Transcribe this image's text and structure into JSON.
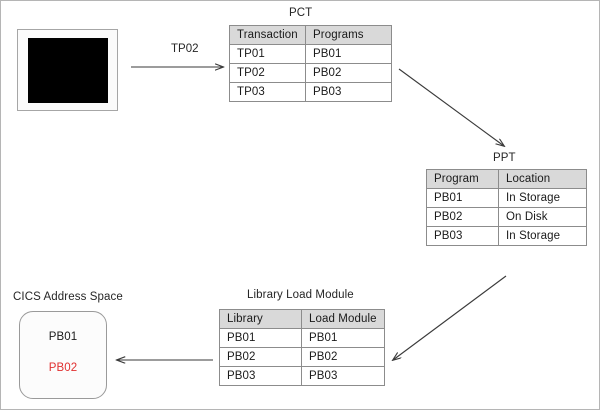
{
  "diagram": {
    "title_terminal": "",
    "pct": {
      "caption": "PCT",
      "headers": [
        "Transaction",
        "Programs"
      ],
      "rows": [
        {
          "cells": [
            "TP01",
            "PB01"
          ],
          "highlight": false
        },
        {
          "cells": [
            "TP02",
            "PB02"
          ],
          "highlight": true
        },
        {
          "cells": [
            "TP03",
            "PB03"
          ],
          "highlight": false
        }
      ]
    },
    "ppt": {
      "caption": "PPT",
      "headers": [
        "Program",
        "Location"
      ],
      "rows": [
        {
          "cells": [
            "PB01",
            "In Storage"
          ],
          "highlight": false
        },
        {
          "cells": [
            "PB02",
            "On Disk"
          ],
          "highlight": true
        },
        {
          "cells": [
            "PB03",
            "In Storage"
          ],
          "highlight": false
        }
      ]
    },
    "library": {
      "caption": "Library Load Module",
      "headers": [
        "Library",
        "Load Module"
      ],
      "rows": [
        {
          "cells": [
            "PB01",
            "PB01"
          ],
          "highlight": false
        },
        {
          "cells": [
            "PB02",
            "PB02"
          ],
          "highlight": true
        },
        {
          "cells": [
            "PB03",
            "PB03"
          ],
          "highlight": false
        }
      ]
    },
    "cics": {
      "caption": "CICS Address Space",
      "line1": "PB01",
      "line2": "PB02"
    },
    "arrows": [
      {
        "name": "terminal-to-pct",
        "label": "TP02"
      },
      {
        "name": "pct-to-ppt",
        "label": ""
      },
      {
        "name": "ppt-to-library",
        "label": ""
      },
      {
        "name": "library-to-cics",
        "label": ""
      }
    ],
    "colors": {
      "highlight": "#e03030",
      "header_bg": "#d9d9d9",
      "border": "#8c8c8c",
      "canvas_border": "#b5b5b5",
      "screen": "#000000"
    }
  }
}
